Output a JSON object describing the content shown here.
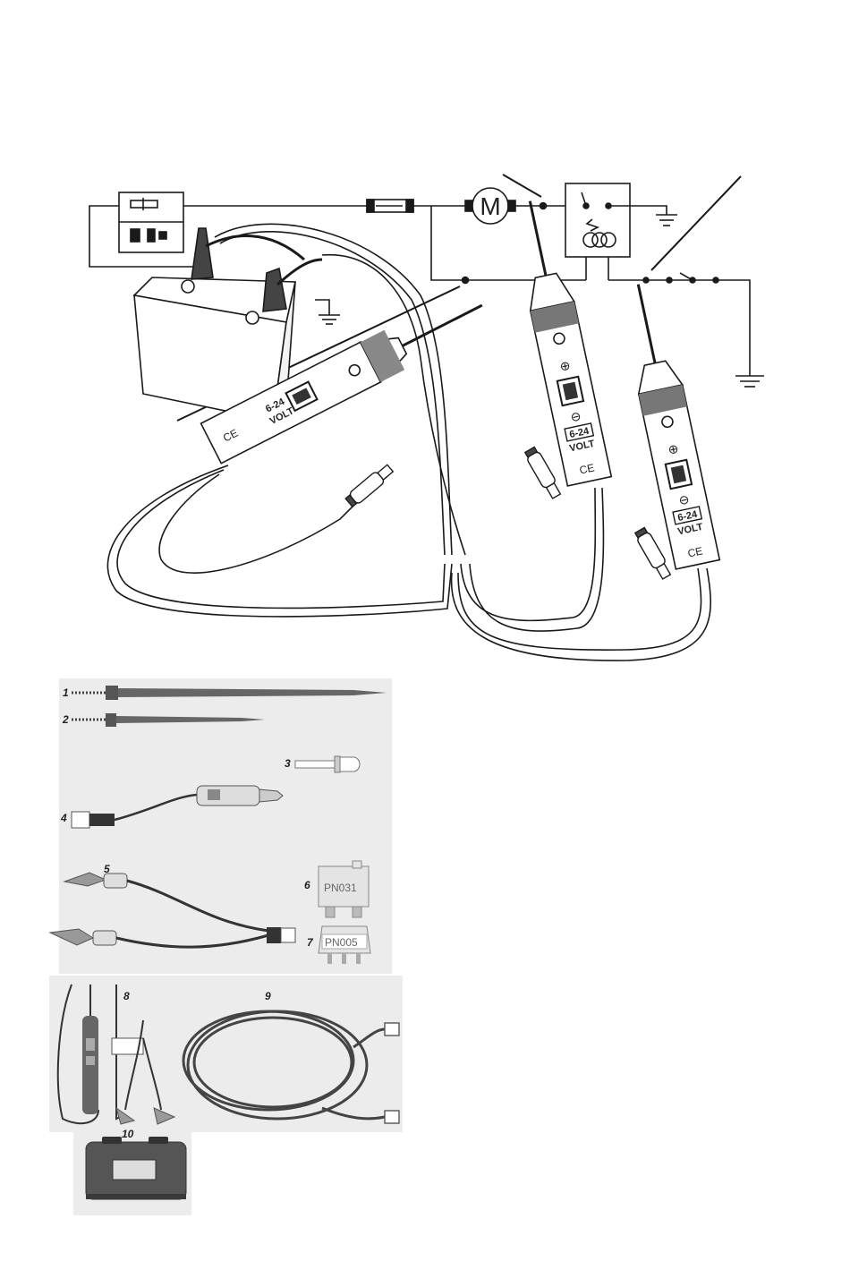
{
  "diagram": {
    "volt_label": "VOLT",
    "range_label": "6-24",
    "plus_symbol": "⊕",
    "minus_symbol": "⊖",
    "ce_mark": "CE",
    "motor_label": "M"
  },
  "accessories": {
    "n1": "1",
    "n2": "2",
    "n3": "3",
    "n4": "4",
    "n5": "5",
    "n6": "6",
    "n7": "7",
    "n8": "8",
    "n9": "9",
    "n10": "10",
    "part6_code": "PN031",
    "part7_code": "PN005"
  },
  "colors": {
    "line": "#1a1a1a",
    "photo_bg": "#ececec",
    "part_dark": "#555555"
  }
}
